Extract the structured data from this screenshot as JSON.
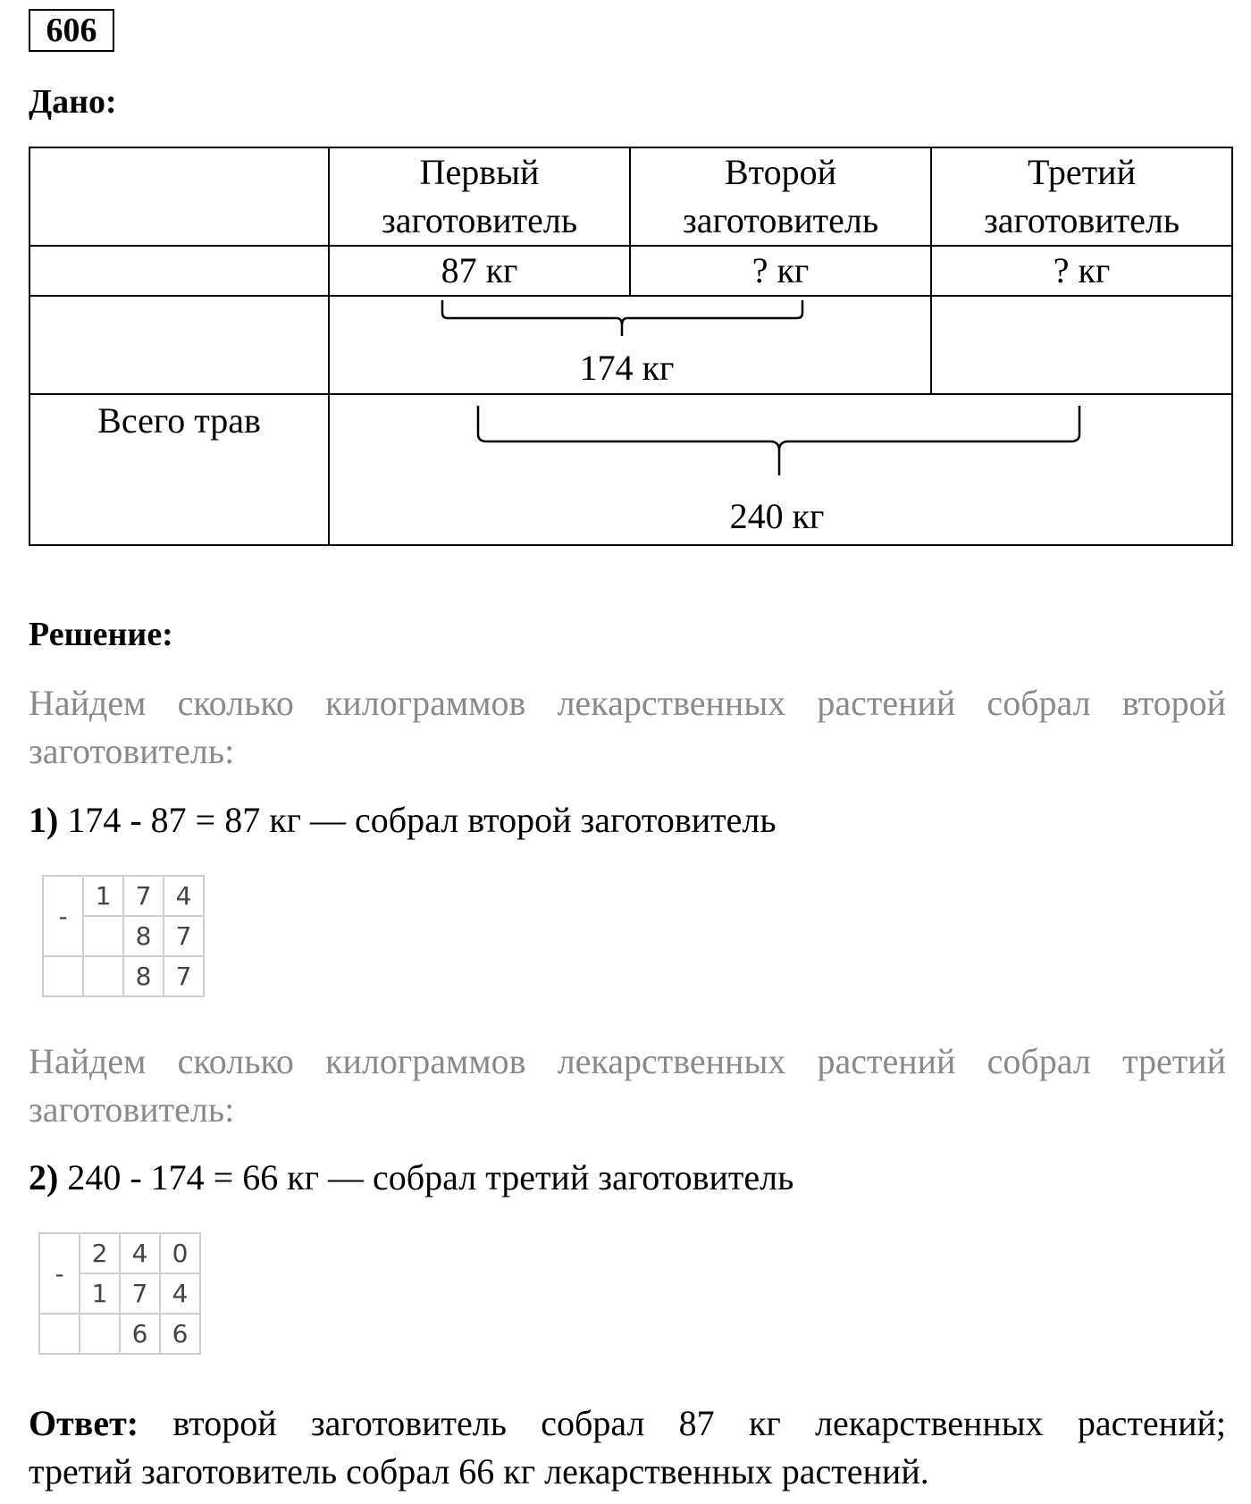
{
  "problem_number": "606",
  "given_heading": "Дано:",
  "table": {
    "headers": [
      {
        "line1": "Первый",
        "line2": "заготовитель"
      },
      {
        "line1": "Второй",
        "line2": "заготовитель"
      },
      {
        "line1": "Третий",
        "line2": "заготовитель"
      }
    ],
    "masses": [
      "87 кг",
      "? кг",
      "? кг"
    ],
    "sum_first_two": "174 кг",
    "total_row_label": "Всего трав",
    "total": "240 кг"
  },
  "solution_heading": "Решение:",
  "paragraph1_line1": "Найдем сколько килограммов лекарственных растений собрал второй",
  "paragraph1_line2": "заготовитель:",
  "step1_num": "1)",
  "step1_text": "174 - 87 = 87 кг — собрал второй заготовитель",
  "calc1": {
    "op": "-",
    "rows": [
      [
        "1",
        "7",
        "4"
      ],
      [
        "",
        "8",
        "7"
      ],
      [
        "",
        "8",
        "7"
      ]
    ]
  },
  "paragraph2_line1": "Найдем сколько килограммов лекарственных растений собрал третий",
  "paragraph2_line2": "заготовитель:",
  "step2_num": "2)",
  "step2_text": "240 - 174 = 66 кг — собрал третий заготовитель",
  "calc2": {
    "op": "-",
    "rows": [
      [
        "2",
        "4",
        "0"
      ],
      [
        "1",
        "7",
        "4"
      ],
      [
        "",
        "6",
        "6"
      ]
    ]
  },
  "answer_label": "Ответ:",
  "answer_line1": "второй заготовитель собрал 87 кг лекарственных растений;",
  "answer_line2": "третий заготовитель собрал 66 кг лекарственных растений."
}
